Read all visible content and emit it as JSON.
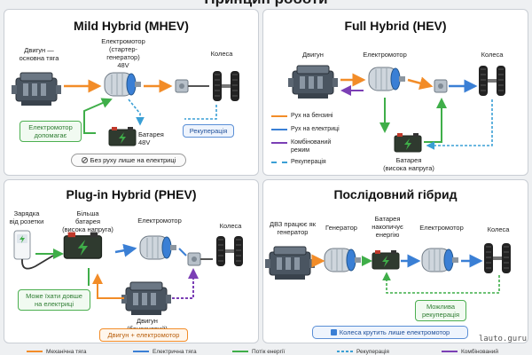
{
  "header": {
    "title": "Принцип роботи"
  },
  "mhev": {
    "title": "Mild Hybrid (MHEV)",
    "engine_label": "Двигун —\nосновна тяга",
    "motor_label": "Електромотор\n(стартер-\nгенератор)\n48V",
    "wheels_label": "Колеса",
    "battery_label": "Батарея\n48V",
    "assist_badge": "Електромотор\nдопомагає",
    "regen_badge": "Рекуперація",
    "note": "Без руху лише на електриці"
  },
  "hev": {
    "title": "Full Hybrid (HEV)",
    "engine_label": "Двигун",
    "motor_label": "Електромотор",
    "wheels_label": "Колеса",
    "battery_label": "Батарея\n(висока напруга)",
    "legend": [
      {
        "text": "Рух на бензині",
        "color": "#f28c28",
        "dashed": false
      },
      {
        "text": "Рух на електриці",
        "color": "#3a7fd5",
        "dashed": false
      },
      {
        "text": "Комбінований\nрежим",
        "color": "#7b3fb5",
        "dashed": false
      },
      {
        "text": "Рекуперація",
        "color": "#3a9fd5",
        "dashed": true
      }
    ]
  },
  "phev": {
    "title": "Plug-in Hybrid (PHEV)",
    "charger_label": "Зарядка\nвід розетки",
    "battery_label": "Більша\nбатарея\n(висока напруга)",
    "motor_label": "Електромотор",
    "wheels_label": "Колеса",
    "engine_label": "Двигун\n(бензиновий)",
    "electric_badge": "Може їхати довше\nна електриці",
    "combo_badge": "Двигун + електромотор"
  },
  "series": {
    "title": "Послідовний гібрид",
    "engine_label": "ДВЗ працює як\nгенератор",
    "generator_label": "Генератор",
    "battery_label": "Батарея\nнакопичує\nенергію",
    "motor_label": "Електромотор",
    "wheels_label": "Колеса",
    "regen_badge": "Можлива\nрекуперація",
    "note": "Колеса крутить лише електромотор"
  },
  "footer": {
    "items": [
      "Механічна тяга",
      "Електрична тяга",
      "Потік енергії",
      "Рекуперація",
      "Комбінований"
    ]
  },
  "watermark": "lauto.guru",
  "colors": {
    "petrol": "#f28c28",
    "electric": "#3a7fd5",
    "combined": "#7b3fb5",
    "regen": "#3a9fd5",
    "green": "#3fae49"
  }
}
